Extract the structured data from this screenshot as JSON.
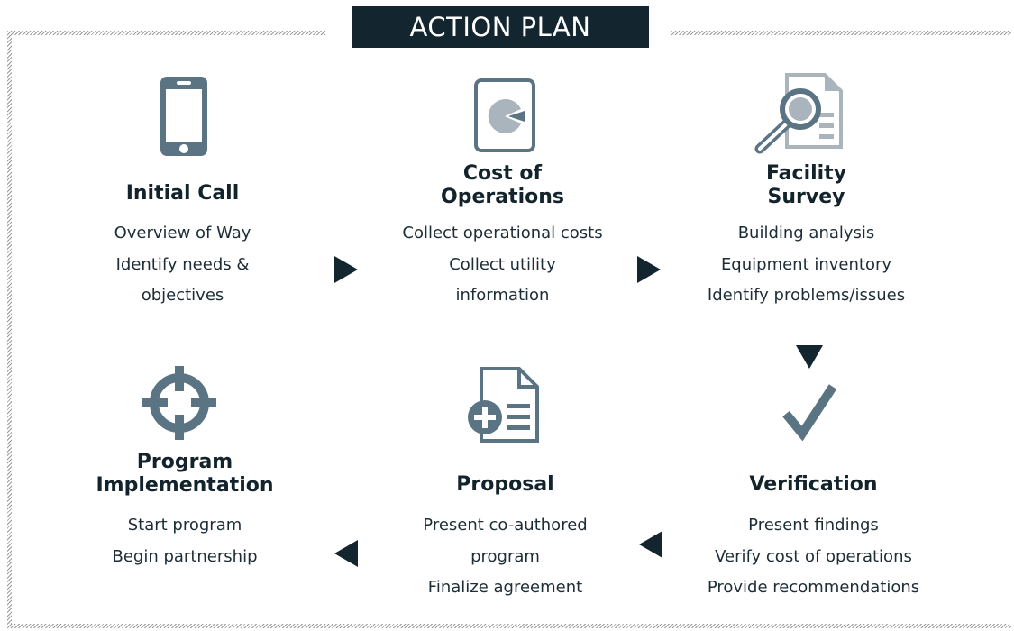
{
  "title": "ACTION PLAN",
  "colors": {
    "dark": "#13252f",
    "icon": "#5b7483",
    "icon_light": "#a9b4bc",
    "text": "#13232c"
  },
  "steps": [
    {
      "icon": "smartphone-icon",
      "title": [
        "Initial Call"
      ],
      "lines": [
        "Overview of Way",
        "Identify needs &",
        "objectives"
      ]
    },
    {
      "icon": "pie-chart-document-icon",
      "title": [
        "Cost of",
        "Operations"
      ],
      "lines": [
        "Collect operational costs",
        "Collect utility",
        "information"
      ]
    },
    {
      "icon": "magnifier-document-icon",
      "title": [
        "Facility",
        "Survey"
      ],
      "lines": [
        "Building analysis",
        "Equipment inventory",
        "Identify problems/issues"
      ]
    },
    {
      "icon": "checkmark-icon",
      "title": [
        "Verification"
      ],
      "lines": [
        "Present findings",
        "Verify cost of operations",
        "Provide recommendations"
      ]
    },
    {
      "icon": "document-plus-icon",
      "title": [
        "Proposal"
      ],
      "lines": [
        "Present co-authored",
        "program",
        "Finalize agreement"
      ]
    },
    {
      "icon": "crosshair-target-icon",
      "title": [
        "Program",
        "Implementation"
      ],
      "lines": [
        "Start program",
        "Begin partnership"
      ]
    }
  ]
}
